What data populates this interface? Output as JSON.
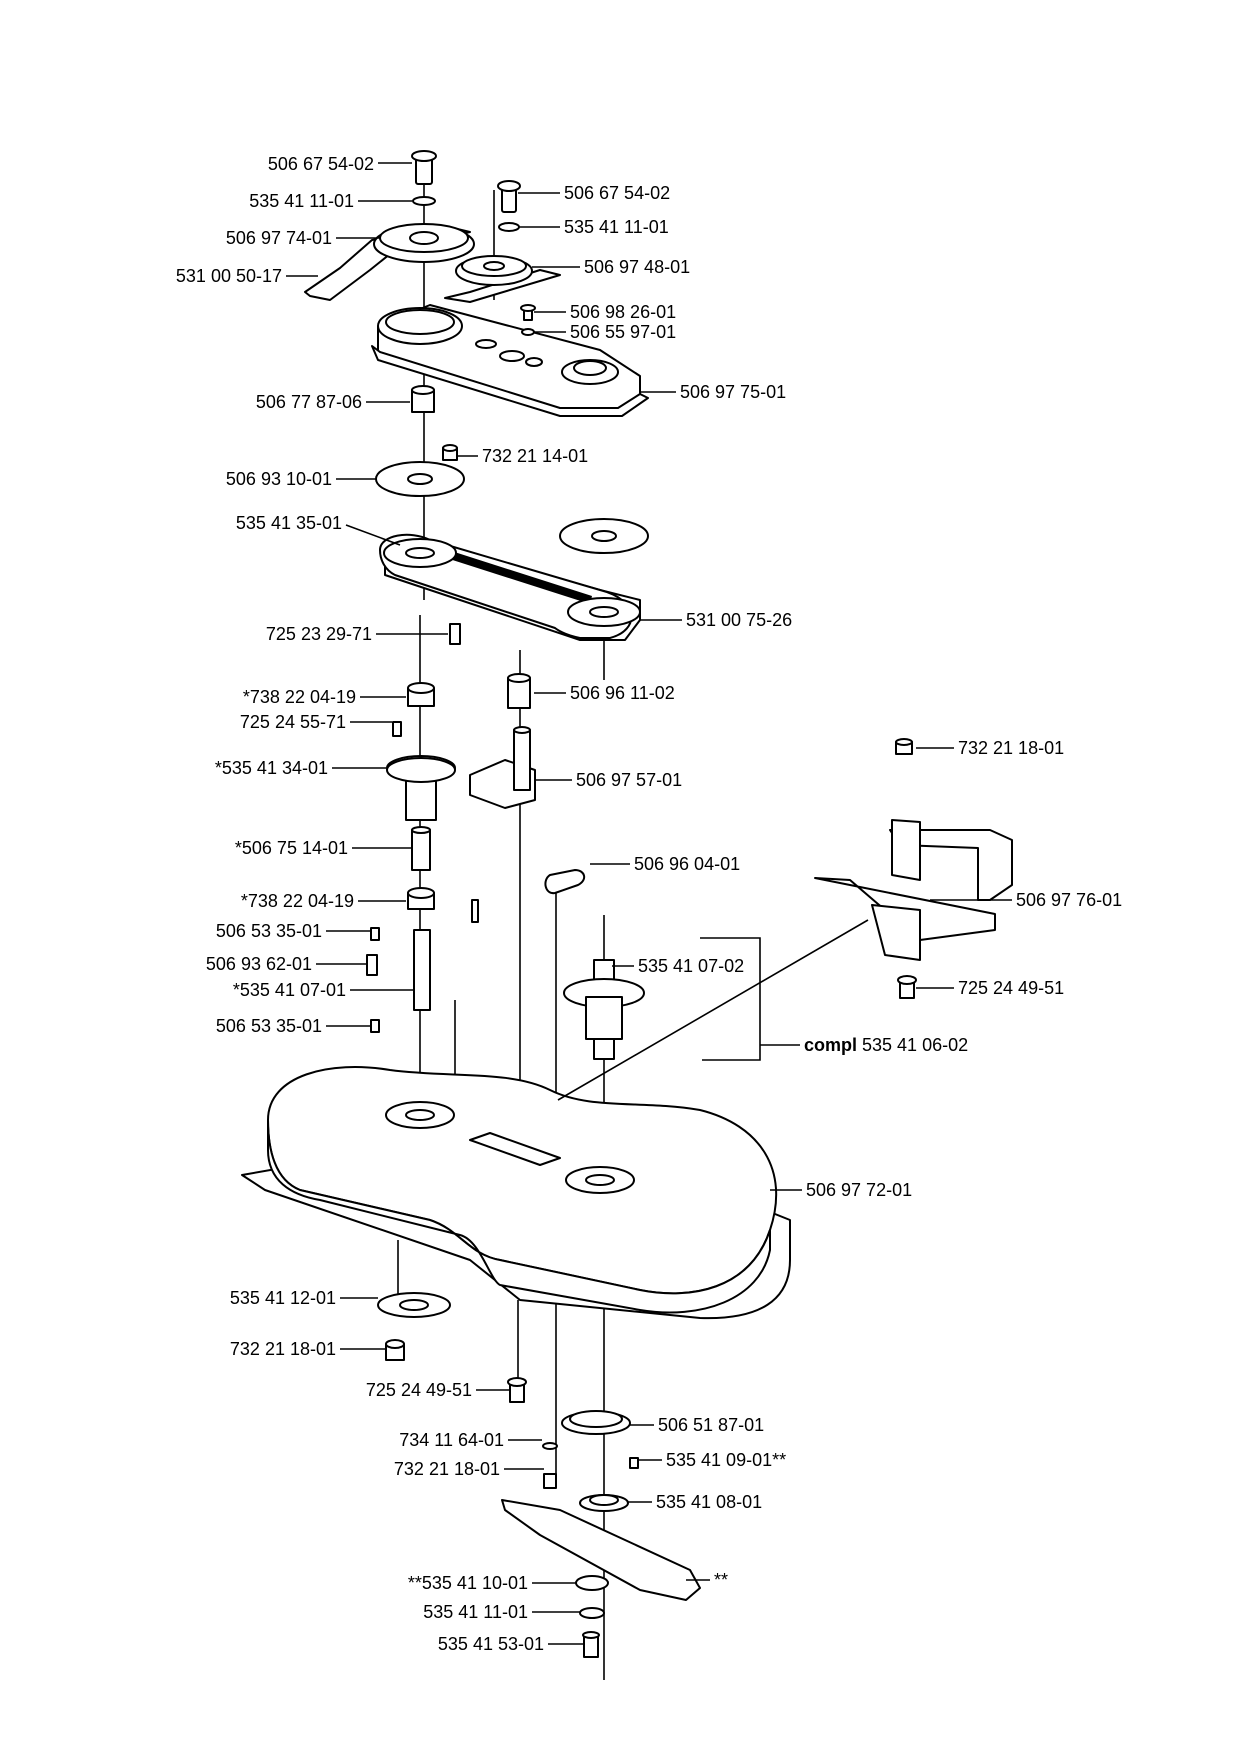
{
  "labels": {
    "l01": "506 67 54-02",
    "l02": "535 41 11-01",
    "l03": "506 97 74-01",
    "l04": "531 00 50-17",
    "l05": "506 67 54-02",
    "l06": "535 41 11-01",
    "l07": "506 97 48-01",
    "l08": "506 98 26-01",
    "l09": "506 55 97-01",
    "l10": "506 97 75-01",
    "l11": "506 77 87-06",
    "l12": "732 21 14-01",
    "l13": "506 93 10-01",
    "l14": "535 41 35-01",
    "l15": "531 00 75-26",
    "l16": "725 23 29-71",
    "l17": "*738 22 04-19",
    "l18": "506 96 11-02",
    "l19": "725 24 55-71",
    "l20": "*535 41 34-01",
    "l21": "506 97 57-01",
    "l22": "732 21 18-01",
    "l23": "*506 75 14-01",
    "l24": "506 96 04-01",
    "l25": "506 97 76-01",
    "l26": "*738 22 04-19",
    "l27": "506 53 35-01",
    "l28": "506 93 62-01",
    "l29": "535 41 07-02",
    "l30": "*535 41 07-01",
    "l31": "725 24 49-51",
    "l32": "506 53 35-01",
    "l33_bold": "compl",
    "l33": " 535 41 06-02",
    "l34": "506 97 72-01",
    "l35": "535 41 12-01",
    "l36": "732 21 18-01",
    "l37": "725 24 49-51",
    "l38": "506 51 87-01",
    "l39": "734 11 64-01",
    "l40": "535 41 09-01**",
    "l41": "732 21 18-01",
    "l42": "535 41 08-01",
    "l43": "**535 41 10-01",
    "l44": "**",
    "l45": "535 41 11-01",
    "l46": "535 41 53-01"
  }
}
